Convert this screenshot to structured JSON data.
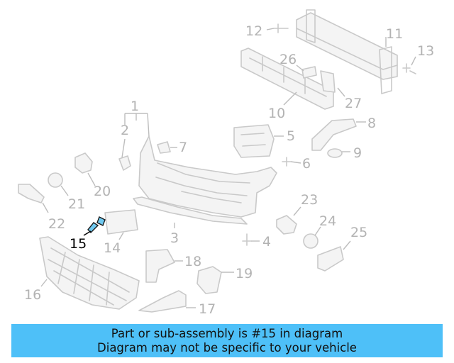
{
  "diagram": {
    "highlighted_part": "15",
    "callouts": [
      "1",
      "2",
      "3",
      "4",
      "5",
      "6",
      "7",
      "8",
      "9",
      "10",
      "11",
      "12",
      "13",
      "14",
      "15",
      "16",
      "17",
      "18",
      "19",
      "20",
      "21",
      "22",
      "23",
      "24",
      "25",
      "26",
      "27"
    ]
  },
  "banner": {
    "line1": "Part or sub-assembly is #15 in diagram",
    "line2": "Diagram may not be specific to your vehicle",
    "background": "#4ec0f8"
  },
  "colors": {
    "highlight_part": "#6fc9f0",
    "parts_outline": "#c9c9c9",
    "callout_text": "#b3b3b3"
  }
}
